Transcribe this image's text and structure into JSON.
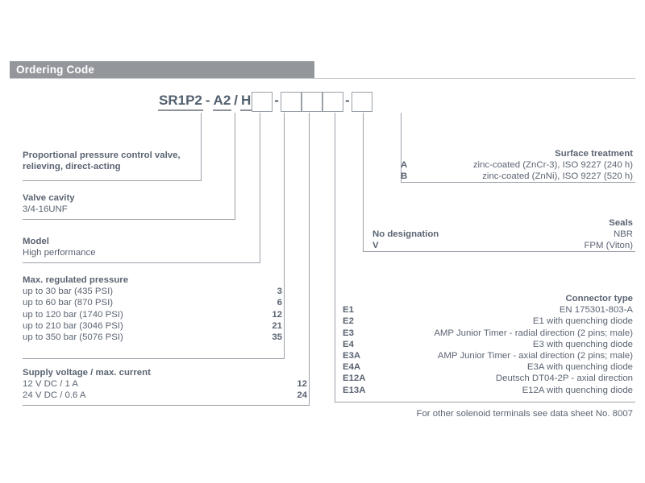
{
  "header": {
    "title": "Ordering Code"
  },
  "code": {
    "segments": [
      {
        "text": "SR1P2",
        "type": "text",
        "underline": true
      },
      {
        "text": "-",
        "type": "sep"
      },
      {
        "text": "A2",
        "type": "text",
        "underline": true
      },
      {
        "text": "/",
        "type": "sep"
      },
      {
        "text": "H",
        "type": "text",
        "underline": true
      },
      {
        "text": "",
        "type": "box"
      },
      {
        "text": "-",
        "type": "dash"
      },
      {
        "text": "",
        "type": "box"
      },
      {
        "text": "",
        "type": "box"
      },
      {
        "text": "",
        "type": "box"
      },
      {
        "text": "-",
        "type": "dash"
      },
      {
        "text": "",
        "type": "box"
      }
    ]
  },
  "left": {
    "product": {
      "line1": "Proportional pressure control valve,",
      "line2": "relieving, direct-acting"
    },
    "cavity": {
      "title": "Valve cavity",
      "value": "3/4-16UNF"
    },
    "model": {
      "title": "Model",
      "value": "High performance"
    },
    "pressure": {
      "title": "Max. regulated pressure",
      "rows": [
        {
          "desc": "up to   30 bar (435 PSI)",
          "code": "3"
        },
        {
          "desc": "up to   60 bar (870 PSI)",
          "code": "6"
        },
        {
          "desc": "up to 120 bar (1740 PSI)",
          "code": "12"
        },
        {
          "desc": "up to 210 bar (3046 PSI)",
          "code": "21"
        },
        {
          "desc": "up to 350 bar (5076 PSI)",
          "code": "35"
        }
      ]
    },
    "voltage": {
      "title": "Supply voltage / max. current",
      "rows": [
        {
          "desc": "12 V DC / 1 A",
          "code": "12"
        },
        {
          "desc": "24 V DC / 0.6 A",
          "code": "24"
        }
      ]
    }
  },
  "right": {
    "surface": {
      "title": "Surface treatment",
      "rows": [
        {
          "code": "A",
          "desc": "zinc-coated (ZnCr-3), ISO 9227 (240 h)"
        },
        {
          "code": "B",
          "desc": "zinc-coated (ZnNi), ISO 9227 (520 h)"
        }
      ]
    },
    "seals": {
      "title": "Seals",
      "rows": [
        {
          "code": "No designation",
          "desc": "NBR"
        },
        {
          "code": "V",
          "desc": "FPM (Viton)"
        }
      ]
    },
    "connector": {
      "title": "Connector type",
      "rows": [
        {
          "code": "E1",
          "desc": "EN 175301-803-A"
        },
        {
          "code": "E2",
          "desc": "E1 with quenching diode"
        },
        {
          "code": "E3",
          "desc": "AMP Junior Timer - radial direction (2 pins; male)"
        },
        {
          "code": "E4",
          "desc": "E3 with quenching diode"
        },
        {
          "code": "E3A",
          "desc": "AMP Junior Timer - axial direction (2 pins; male)"
        },
        {
          "code": "E4A",
          "desc": "E3A with quenching diode"
        },
        {
          "code": "E12A",
          "desc": "Deutsch DT04-2P - axial direction"
        },
        {
          "code": "E13A",
          "desc": "E12A with quenching diode"
        }
      ],
      "note": "For other solenoid terminals see data sheet No. 8007"
    }
  },
  "colors": {
    "header_bg": "#93969b",
    "line": "#9aa0a8",
    "text": "#5b6472",
    "code_text": "#53616f"
  }
}
